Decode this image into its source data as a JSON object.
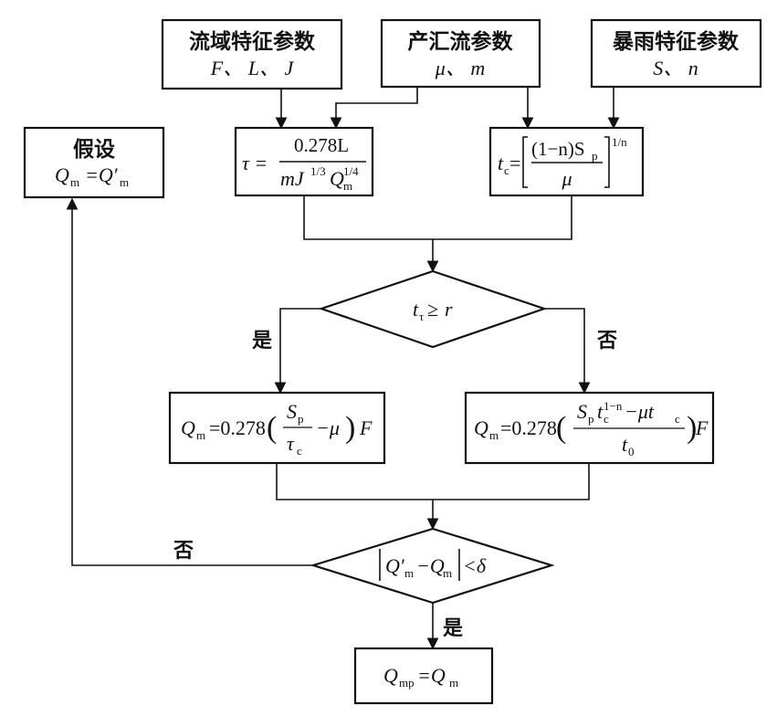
{
  "nodes": {
    "basin": {
      "title": "流域特征参数",
      "params": "F、 L、 J"
    },
    "runoff": {
      "title": "产汇流参数",
      "params": "μ、 m"
    },
    "storm": {
      "title": "暴雨特征参数",
      "params": "S、 n"
    },
    "assume": {
      "title": "假设",
      "formula_lhs": "Q",
      "formula_lhs_sub": "m",
      "formula_eq": "=Q′",
      "formula_rhs_sub": "m"
    },
    "tau": {
      "lhs": "τ =",
      "num": "0.278L",
      "den": "mJ",
      "den_sup1": "1/3",
      "den_q": "Q",
      "den_q_sub": "m",
      "den_q_sup": "1/4"
    },
    "tc": {
      "lhs": "t",
      "lhs_sub": "c",
      "eq": "=",
      "num": "(1−n)S",
      "num_sub": "p",
      "den": "μ",
      "exp": "1/n"
    },
    "cond1": {
      "lhs": "t",
      "lhs_sub": "τ",
      "op": "≥",
      "rhs": "r"
    },
    "qm_left": {
      "lhs": "Q",
      "lhs_sub": "m",
      "coef": "=0.278",
      "num": "S",
      "num_sub": "p",
      "den": "τ",
      "den_sub": "c",
      "tail": "−μ",
      "factor": "F"
    },
    "qm_right": {
      "lhs": "Q",
      "lhs_sub": "m",
      "coef": "=0.278",
      "num": "S",
      "num_sub": "p",
      "num_t": "t",
      "num_t_sub": "c",
      "num_t_sup": "1−n",
      "num_tail": " −μt",
      "num_tail_sub": "c",
      "den": "t",
      "den_sub": "0",
      "factor": "F"
    },
    "cond2": {
      "q1": "Q′",
      "q1_sub": "m",
      "minus": "−Q",
      "q2_sub": "m",
      "op": "<δ"
    },
    "result": {
      "lhs": "Q",
      "lhs_sub": "mp",
      "eq": "=Q",
      "rhs_sub": "m"
    }
  },
  "edge_labels": {
    "yes_1": "是",
    "no_1": "否",
    "no_2": "否",
    "yes_2": "是"
  }
}
